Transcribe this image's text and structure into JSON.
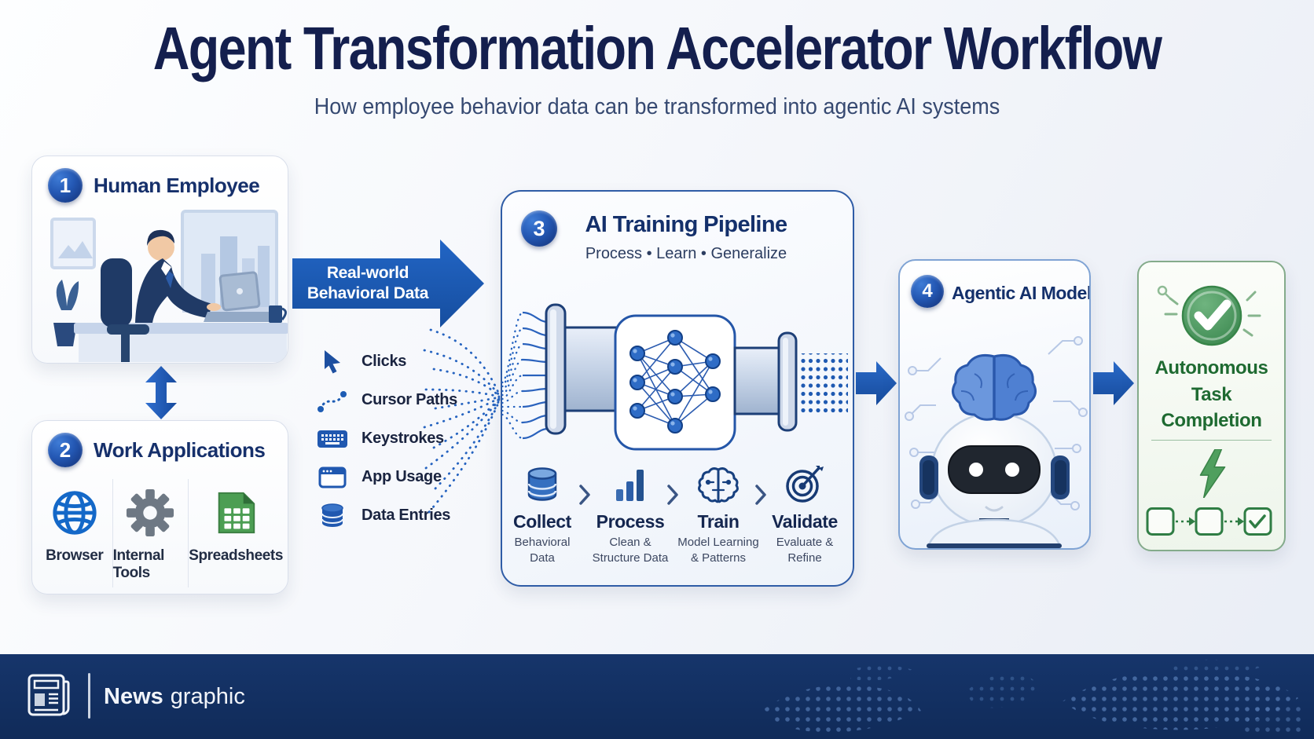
{
  "header": {
    "title": "Agent Transformation Accelerator Workflow",
    "subtitle": "How employee behavior data can be transformed into agentic AI systems"
  },
  "cards": {
    "human": {
      "number": "1",
      "title": "Human Employee"
    },
    "apps": {
      "number": "2",
      "title": "Work Applications",
      "items": [
        {
          "label": "Browser",
          "icon": "globe-icon"
        },
        {
          "label": "Internal Tools",
          "icon": "gear-icon"
        },
        {
          "label": "Spreadsheets",
          "icon": "spreadsheet-icon"
        }
      ]
    },
    "pipeline": {
      "number": "3",
      "title": "AI Training Pipeline",
      "subtitle": "Process • Learn • Generalize",
      "stages": [
        {
          "title": "Collect",
          "desc": "Behavioral Data",
          "icon": "database-icon"
        },
        {
          "title": "Process",
          "desc": "Clean & Structure Data",
          "icon": "bar-chart-icon"
        },
        {
          "title": "Train",
          "desc": "Model Learning & Patterns",
          "icon": "brain-icon"
        },
        {
          "title": "Validate",
          "desc": "Evaluate & Refine",
          "icon": "target-icon"
        }
      ]
    },
    "model": {
      "number": "4",
      "title": "Agentic AI Model"
    },
    "outcome": {
      "title": "Autonomous Task Completion"
    }
  },
  "flow": {
    "arrow_line1": "Real-world",
    "arrow_line2": "Behavioral Data",
    "data_types": [
      {
        "label": "Clicks",
        "icon": "cursor-click-icon"
      },
      {
        "label": "Cursor Paths",
        "icon": "cursor-path-icon"
      },
      {
        "label": "Keystrokes",
        "icon": "keyboard-icon"
      },
      {
        "label": "App Usage",
        "icon": "app-window-icon"
      },
      {
        "label": "Data Entries",
        "icon": "database-icon"
      }
    ]
  },
  "footer": {
    "label_bold": "News",
    "label_rest": "graphic"
  },
  "colors": {
    "accent_blue": "#1d5cb4",
    "navy_text": "#141f4e",
    "green": "#2f7d44",
    "footer_bar": "#12305f",
    "badge_dark": "#122f74",
    "badge_light": "#3f7cd6"
  }
}
